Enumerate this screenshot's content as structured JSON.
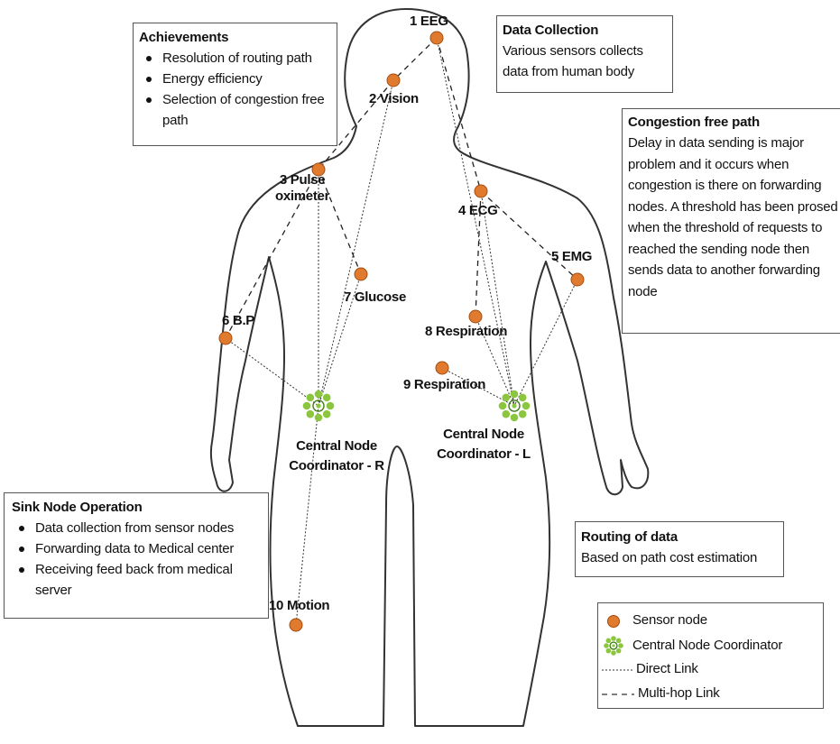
{
  "sensors": [
    {
      "label": "1 EEG"
    },
    {
      "label": "2 Vision"
    },
    {
      "label": "3 Pulse\noximeter"
    },
    {
      "label": "4 ECG"
    },
    {
      "label": "5 EMG"
    },
    {
      "label": "6 B.P"
    },
    {
      "label": "7 Glucose"
    },
    {
      "label": "8 Respiration"
    },
    {
      "label": "9 Respiration"
    },
    {
      "label": "10 Motion"
    }
  ],
  "coordinators": {
    "right": {
      "label_line1": "Central Node",
      "label_line2": "Coordinator - R"
    },
    "left": {
      "label_line1": "Central Node",
      "label_line2": "Coordinator - L"
    }
  },
  "achievements": {
    "title": "Achievements",
    "items": [
      "Resolution of routing path",
      "Energy efficiency",
      "Selection of congestion free path"
    ]
  },
  "data_collection": {
    "title": "Data Collection",
    "text": "Various sensors collects data from human body"
  },
  "congestion": {
    "title": "Congestion free path",
    "text": "Delay in data sending is major problem and it occurs when congestion is there on forwarding nodes. A threshold has been prosed when the threshold of requests to reached the sending node then sends data to another forwarding node"
  },
  "sink": {
    "title": "Sink Node Operation",
    "items": [
      "Data collection from sensor nodes",
      "Forwarding data to Medical center",
      "Receiving feed back from medical server"
    ]
  },
  "routing": {
    "title": "Routing of data",
    "text": "Based on path cost estimation"
  },
  "legend": {
    "sensor": "Sensor node",
    "coordinator": "Central Node Coordinator",
    "direct": "Direct Link",
    "multihop": "Multi-hop Link"
  },
  "colors": {
    "sensor_fill": "#e07a2e",
    "sensor_stroke": "#a44d12",
    "coordinator": "#8cc63f",
    "coordinator_dark": "#3f7d16"
  }
}
